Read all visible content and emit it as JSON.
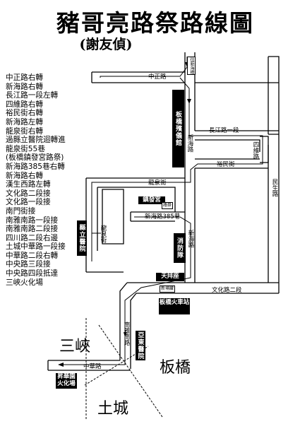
{
  "title": "豬哥亮路祭路線圖",
  "subtitle": "(謝友偵)",
  "route_steps": [
    "中正路右轉",
    "新海路右轉",
    "長江路一段左轉",
    "四維路右轉",
    "裕民街右轉",
    "新海路左轉",
    "龍泉街右轉",
    "過縣立醫院迴轉進",
    "龍泉街55巷",
    "(板橋鎮發宮路祭)",
    "新海路385巷右轉",
    "新海路右轉",
    "漢生西路左轉",
    "文化路二段接",
    "文化路一段接",
    "南門街接",
    "南雅南路一段接",
    "南雅南路二段接",
    "四川路二段右邊",
    "土城中華路一段接",
    "中華路二段右轉",
    "中央路三段接",
    "中央路四段抵達",
    "三峽火化場"
  ],
  "map": {
    "road_labels": {
      "xinhai_top_sign": "往新海橋",
      "zhongzheng": "中正路",
      "xinhai_vertical": "新海路",
      "changjiang": "長江路一段",
      "siwei": "四維路",
      "yumin": "裕民街",
      "minsheng": "民生路",
      "longquan_h": "龍泉街",
      "longquan_v": "龍泉街",
      "xinhai_385": "新海路385巷",
      "xinhai_lower": "新海路",
      "wenhua2": "文化路二段",
      "nanya_south": "南雅南路",
      "zhonghua": "中華路"
    },
    "landmarks": {
      "funeral_home": "板橋殯儀館",
      "hospital": "縣立醫院",
      "temple": "鎮發宮",
      "temple_sign": "路祭",
      "fire_station": "消防隊",
      "tianbai": "天拜座",
      "tianbai_sign": "新埔藏",
      "station": "板橋火車站",
      "yadong": "亞東醫院",
      "crematorium": "昇華園火化場"
    },
    "districts": {
      "sanxia": "三峽",
      "banqiao": "板橋",
      "tucheng": "土城"
    }
  }
}
